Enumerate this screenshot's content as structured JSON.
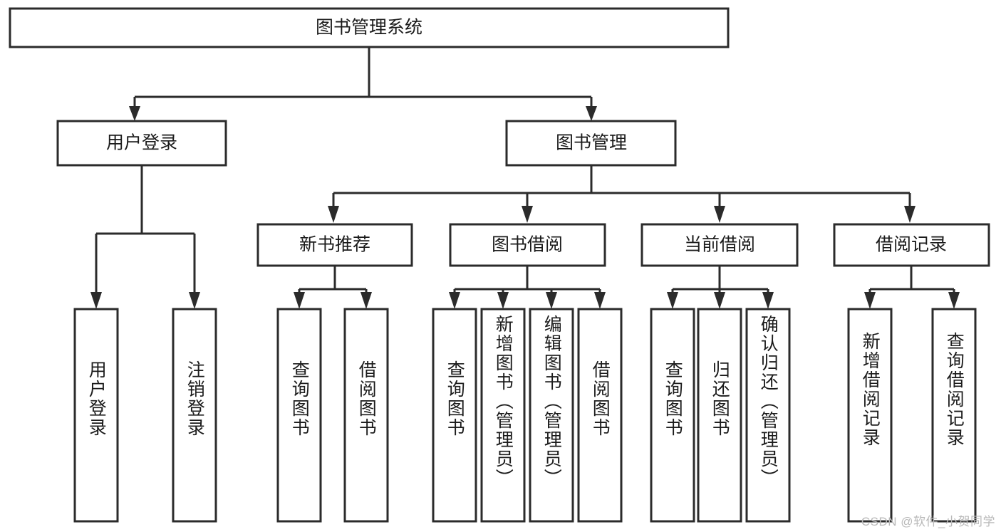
{
  "diagram": {
    "title_node": {
      "label": "图书管理系统"
    },
    "level2": [
      {
        "id": "user-login",
        "label": "用户登录"
      },
      {
        "id": "book-management",
        "label": "图书管理"
      }
    ],
    "level3": [
      {
        "id": "new-book-recommend",
        "label": "新书推荐"
      },
      {
        "id": "book-borrow",
        "label": "图书借阅"
      },
      {
        "id": "current-borrow",
        "label": "当前借阅"
      },
      {
        "id": "borrow-record",
        "label": "借阅记录"
      }
    ],
    "leaves": {
      "user_login": [
        {
          "id": "leaf-user-login",
          "label": "用户登录"
        },
        {
          "id": "leaf-logout-login",
          "label": "注销登录"
        }
      ],
      "new_book_recommend": [
        {
          "id": "leaf-query-book-1",
          "label": "查询图书"
        },
        {
          "id": "leaf-borrow-book-1",
          "label": "借阅图书"
        }
      ],
      "book_borrow": [
        {
          "id": "leaf-query-book-2",
          "label": "查询图书"
        },
        {
          "id": "leaf-add-book-admin",
          "label": "新增图书（管理员）"
        },
        {
          "id": "leaf-edit-book-admin",
          "label": "编辑图书（管理员）"
        },
        {
          "id": "leaf-borrow-book-2",
          "label": "借阅图书"
        }
      ],
      "current_borrow": [
        {
          "id": "leaf-query-book-3",
          "label": "查询图书"
        },
        {
          "id": "leaf-return-book",
          "label": "归还图书"
        },
        {
          "id": "leaf-confirm-return-admin",
          "label": "确认归还（管理员）"
        }
      ],
      "borrow_record": [
        {
          "id": "leaf-add-borrow-record",
          "label": "新增借阅记录"
        },
        {
          "id": "leaf-query-borrow-record",
          "label": "查询借阅记录"
        }
      ]
    }
  },
  "watermark": {
    "text": "CSDN @软件_小贺同学"
  },
  "colors": {
    "stroke": "#2b2b2b",
    "box_fill": "#ffffff",
    "text": "#1b1b1b",
    "watermark": "#b9b9b9",
    "background": "#ffffff"
  }
}
